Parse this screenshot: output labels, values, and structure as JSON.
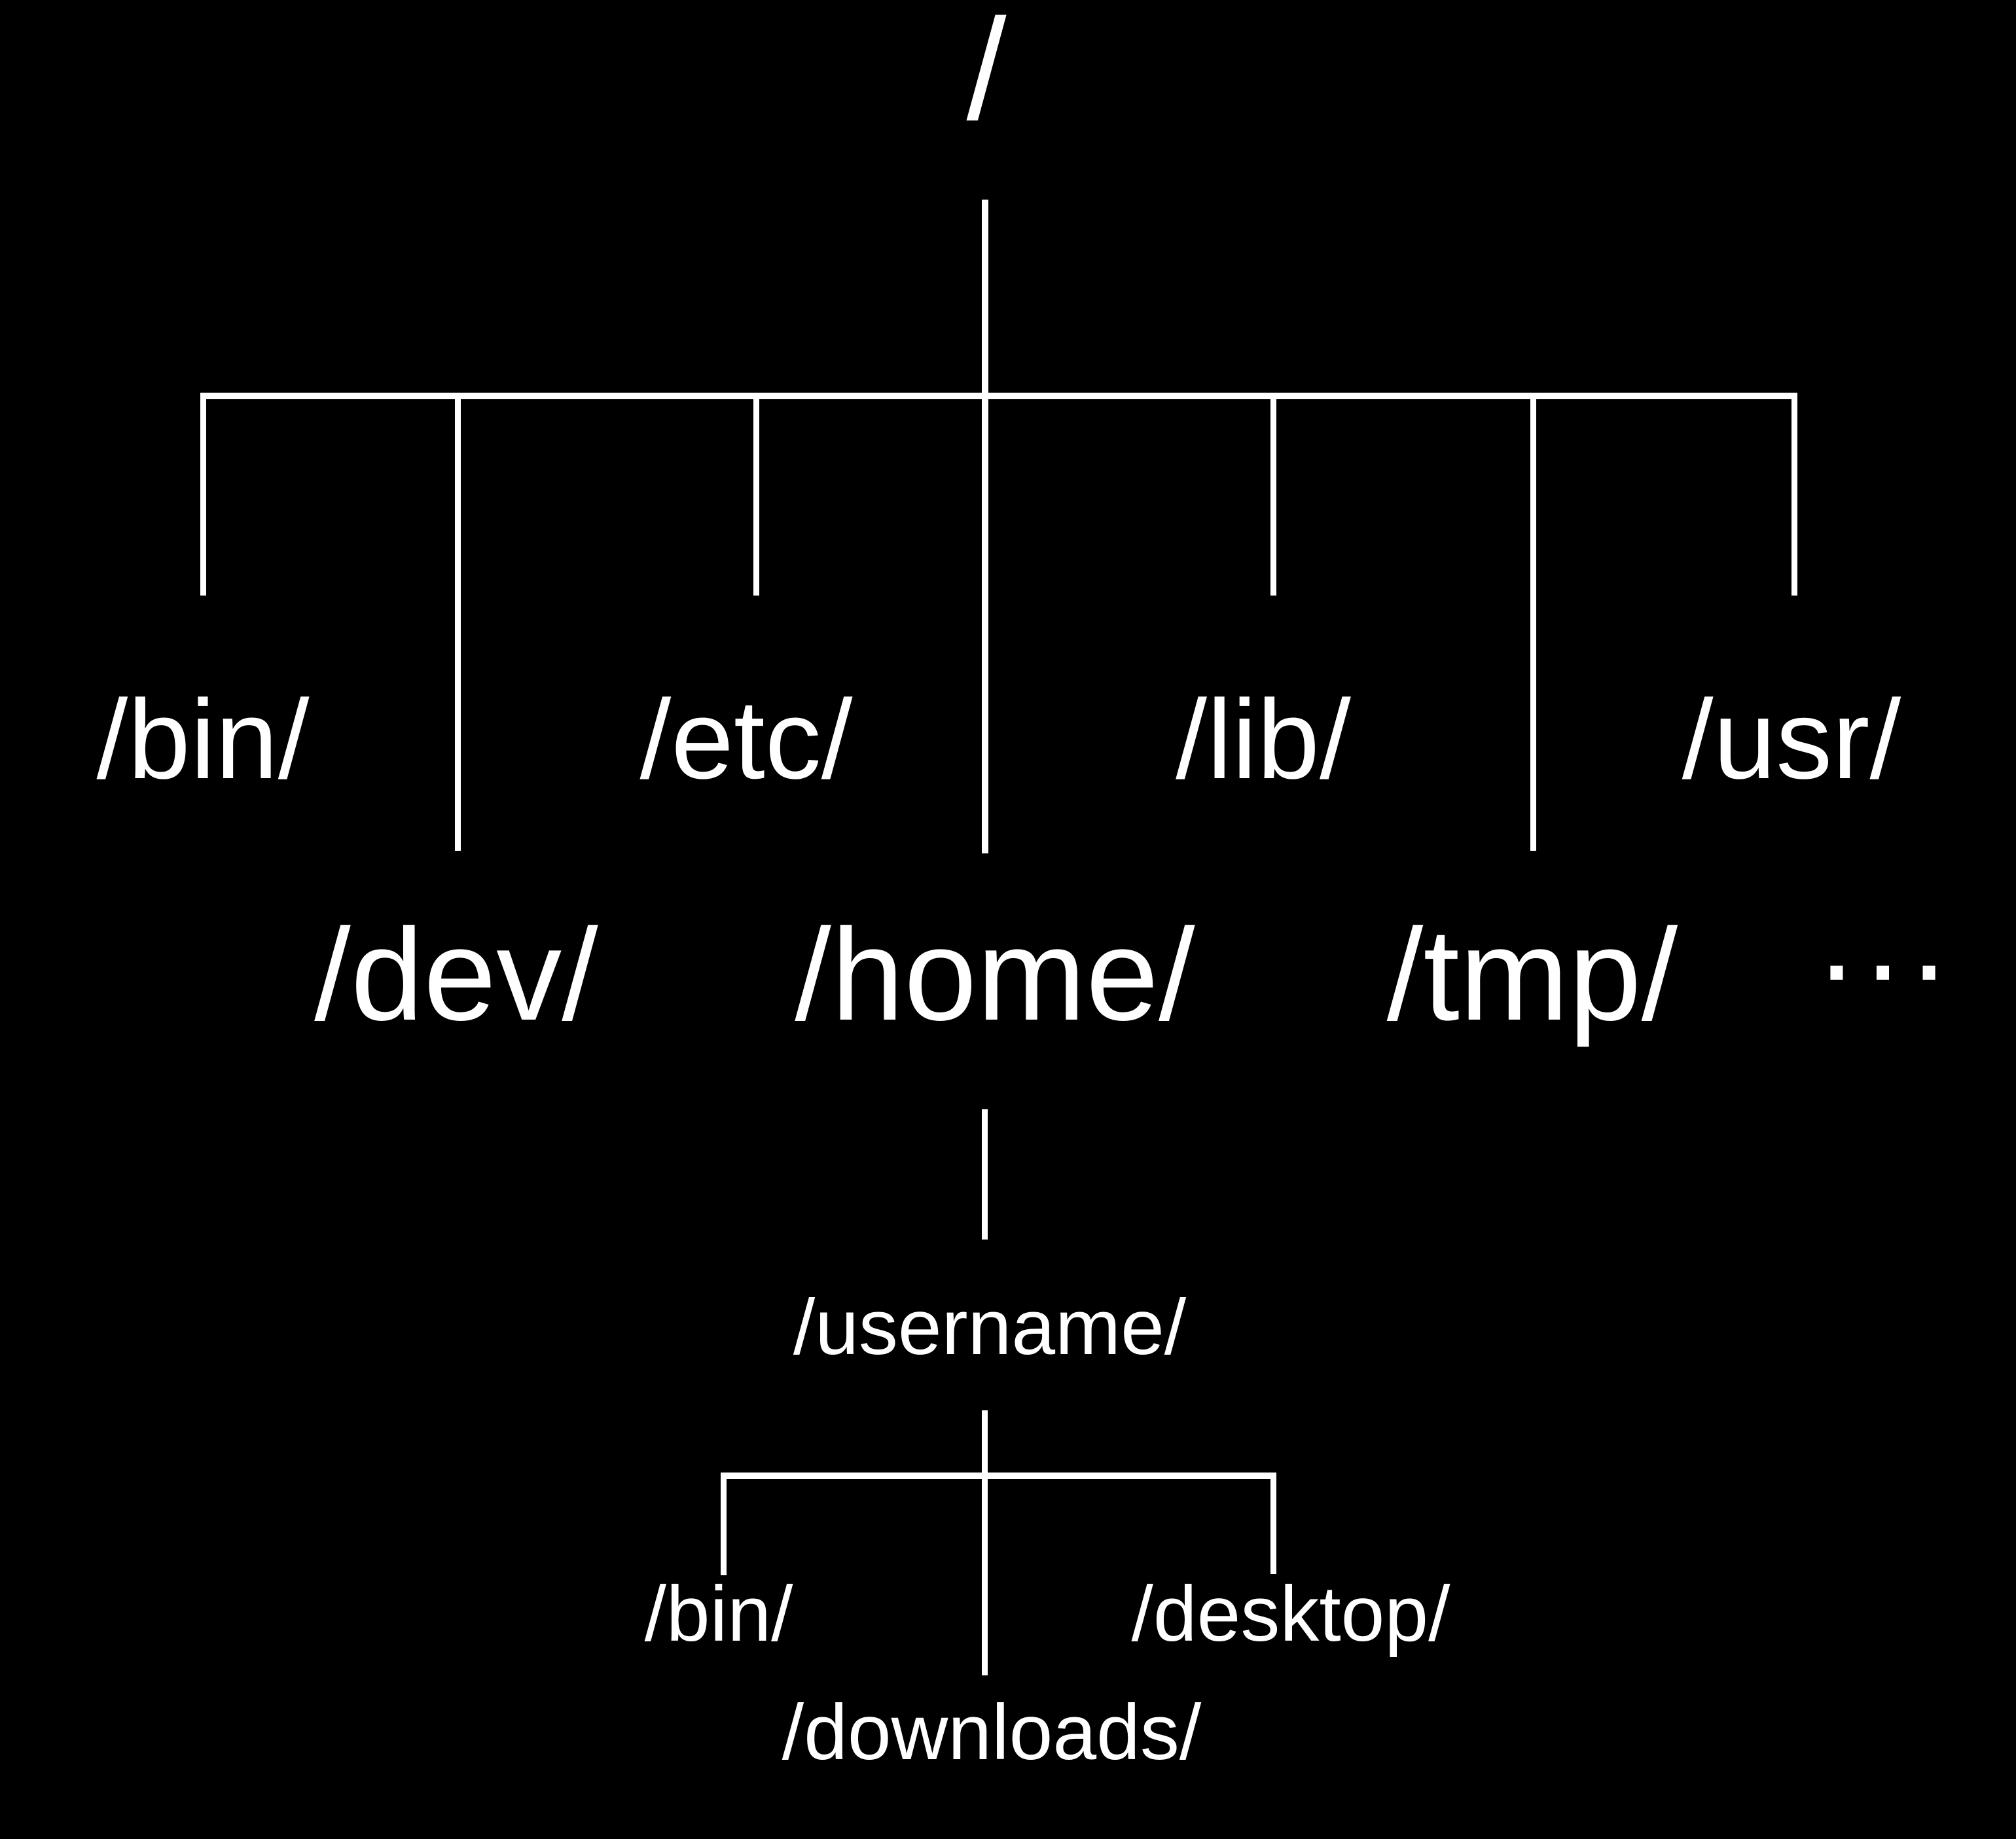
{
  "diagram": {
    "colors": {
      "background": "#000000",
      "foreground": "#ffffff"
    },
    "root": {
      "label": "/"
    },
    "level1": [
      {
        "label": "/bin/"
      },
      {
        "label": "/dev/"
      },
      {
        "label": "/etc/"
      },
      {
        "label": "/home/"
      },
      {
        "label": "/lib/"
      },
      {
        "label": "/tmp/"
      },
      {
        "label": "/usr/"
      },
      {
        "label": "..."
      }
    ],
    "home_child": {
      "label": "/username/"
    },
    "username_children": [
      {
        "label": "/bin/"
      },
      {
        "label": "/downloads/"
      },
      {
        "label": "/desktop/"
      }
    ]
  }
}
